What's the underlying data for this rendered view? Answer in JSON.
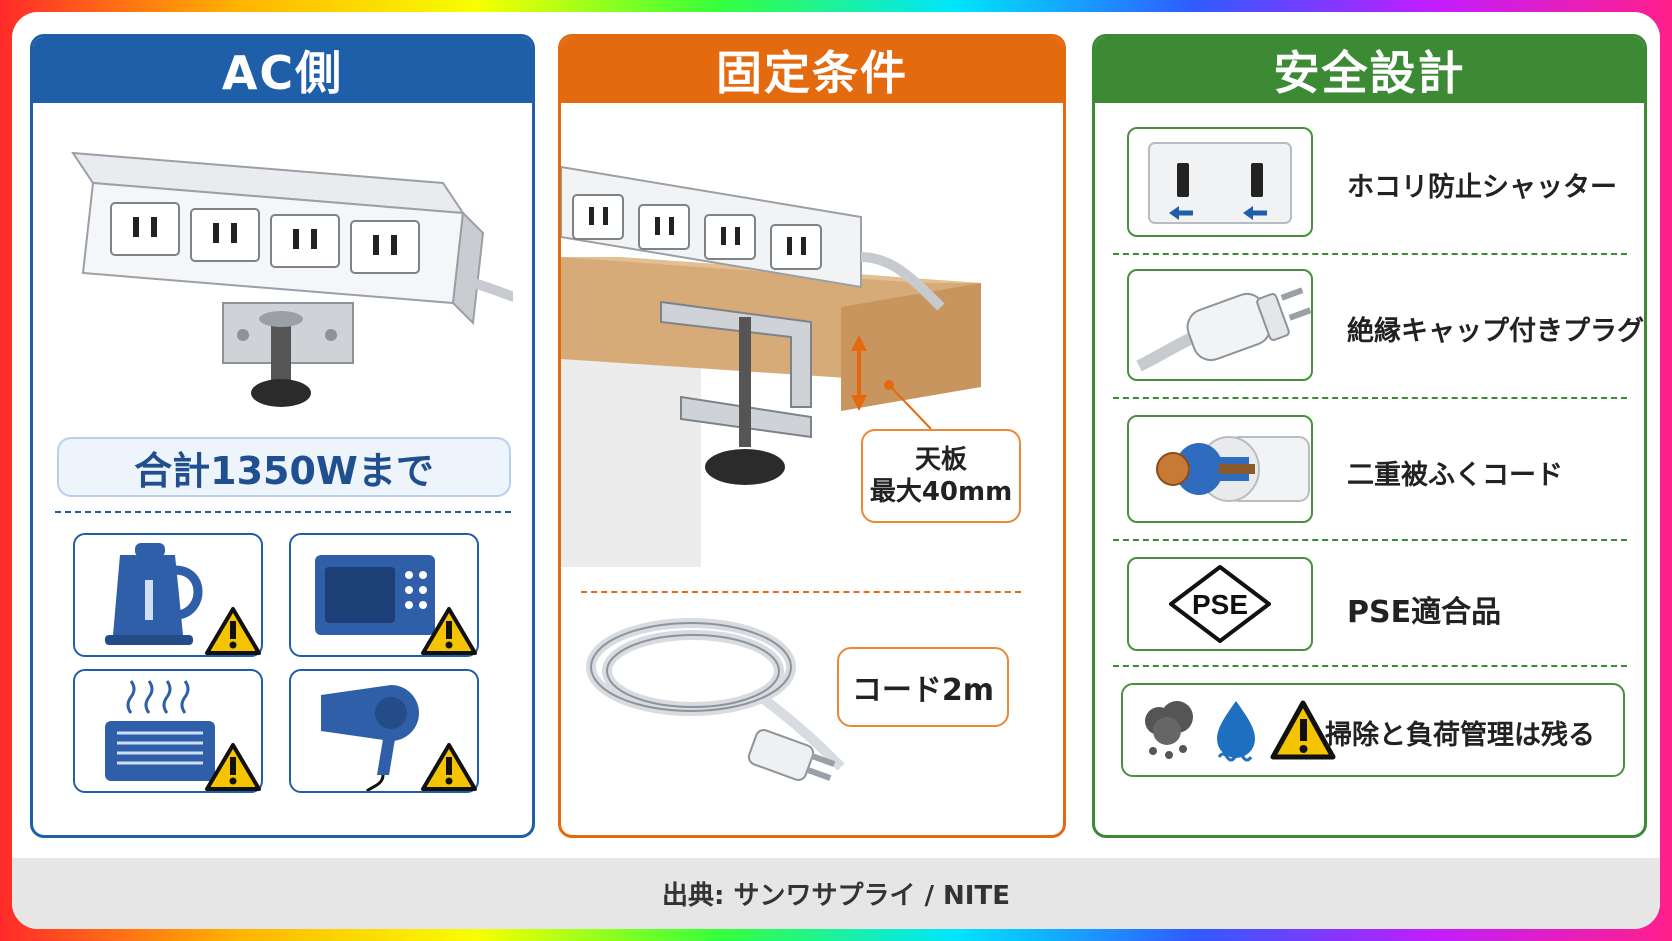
{
  "panels": {
    "ac": {
      "title": "AC側",
      "total": "合計1350Wまで",
      "appliances": [
        "kettle-icon",
        "microwave-icon",
        "toaster-icon",
        "hair-dryer-icon"
      ]
    },
    "mount": {
      "title": "固定条件",
      "desk_callout_line1": "天板",
      "desk_callout_line2": "最大40mm",
      "cord_callout": "コード2m"
    },
    "safety": {
      "title": "安全設計",
      "features": [
        {
          "label": "ホコリ防止シャッター",
          "icon": "outlet-shutter-icon"
        },
        {
          "label": "絶縁キャップ付きプラグ",
          "icon": "insulated-plug-icon"
        },
        {
          "label": "二重被ふくコード",
          "icon": "double-insulated-cord-icon"
        },
        {
          "label": "PSE適合品",
          "icon": "pse-mark-icon"
        }
      ],
      "pse_mark": "PSE",
      "warning": "掃除と負荷管理は残る"
    }
  },
  "footer": {
    "source": "出典: サンワサプライ / NITE"
  },
  "colors": {
    "blue": "#1f5ea8",
    "orange": "#e46a10",
    "green": "#3d8a35",
    "warning": "#f5c400"
  }
}
